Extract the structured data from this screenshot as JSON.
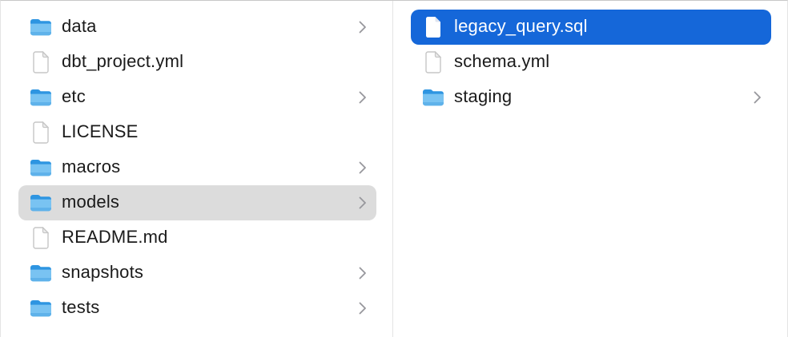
{
  "colors": {
    "selection_blue": "#1567d9",
    "selection_gray": "#dcdcdc",
    "divider": "#e4e4e4",
    "window_border": "#c8c8c8",
    "text": "#1a1a1a",
    "selected_text": "#ffffff",
    "chevron": "#97979c",
    "folder_dark": "#2e95e1",
    "folder_light": "#79c3f2"
  },
  "file_browser": {
    "view": "column-view",
    "columns": [
      {
        "name": "parent-directory-column",
        "items": [
          {
            "label": "data",
            "type": "folder",
            "icon": "folder-icon",
            "chevron": true,
            "selected": "none"
          },
          {
            "label": "dbt_project.yml",
            "type": "file",
            "icon": "file-icon",
            "chevron": false,
            "selected": "none"
          },
          {
            "label": "etc",
            "type": "folder",
            "icon": "folder-icon",
            "chevron": true,
            "selected": "none"
          },
          {
            "label": "LICENSE",
            "type": "file",
            "icon": "file-icon",
            "chevron": false,
            "selected": "none"
          },
          {
            "label": "macros",
            "type": "folder",
            "icon": "folder-icon",
            "chevron": true,
            "selected": "none"
          },
          {
            "label": "models",
            "type": "folder",
            "icon": "folder-icon",
            "chevron": true,
            "selected": "gray"
          },
          {
            "label": "README.md",
            "type": "file",
            "icon": "file-icon",
            "chevron": false,
            "selected": "none"
          },
          {
            "label": "snapshots",
            "type": "folder",
            "icon": "folder-icon",
            "chevron": true,
            "selected": "none"
          },
          {
            "label": "tests",
            "type": "folder",
            "icon": "folder-icon",
            "chevron": true,
            "selected": "none"
          }
        ]
      },
      {
        "name": "models-directory-column",
        "items": [
          {
            "label": "legacy_query.sql",
            "type": "file",
            "icon": "file-icon",
            "chevron": false,
            "selected": "blue"
          },
          {
            "label": "schema.yml",
            "type": "file",
            "icon": "file-icon",
            "chevron": false,
            "selected": "none"
          },
          {
            "label": "staging",
            "type": "folder",
            "icon": "folder-icon",
            "chevron": true,
            "selected": "none"
          }
        ]
      }
    ]
  }
}
